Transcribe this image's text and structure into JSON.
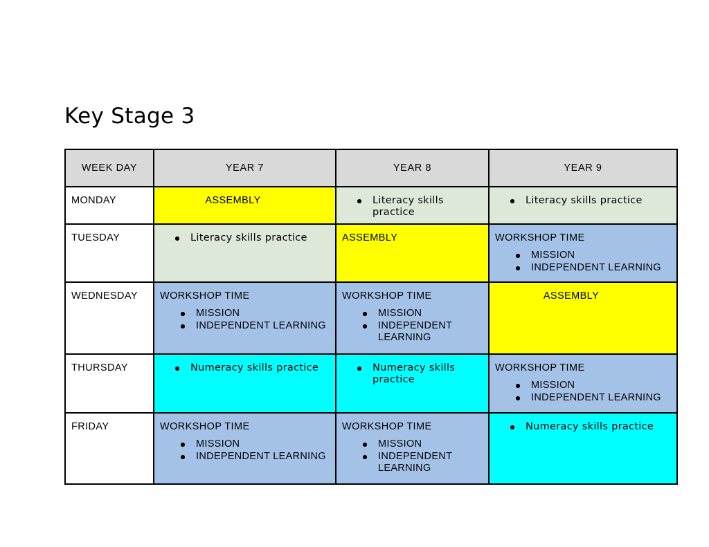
{
  "page": {
    "title": "Key Stage 3"
  },
  "colors": {
    "assembly": "#ffff00",
    "literacy": "#dde8d8",
    "workshop": "#a4c2e8",
    "numeracy": "#00ffff",
    "header_gray": "#d9d9d9",
    "day_cell": "#ffffff",
    "border": "#000000",
    "text": "#000000"
  },
  "table": {
    "columns": [
      {
        "key": "day",
        "label": "WEEK DAY"
      },
      {
        "key": "year7",
        "label": "YEAR 7"
      },
      {
        "key": "year8",
        "label": "YEAR 8"
      },
      {
        "key": "year9",
        "label": "YEAR 9"
      }
    ],
    "workshop_heading": "WORKSHOP TIME",
    "workshop_bullets": [
      "MISSION",
      "INDEPENDENT LEARNING"
    ],
    "assembly_label": "ASSEMBLY",
    "literacy_label": "Literacy skills practice",
    "numeracy_label": "Numeracy skills practice",
    "rows": [
      {
        "day": "MONDAY",
        "year7": {
          "type": "assembly",
          "align": "center",
          "text": "ASSEMBLY"
        },
        "year8": {
          "type": "literacy",
          "bullets": [
            "Literacy skills practice"
          ]
        },
        "year9": {
          "type": "literacy",
          "bullets": [
            "Literacy skills practice"
          ]
        }
      },
      {
        "day": "TUESDAY",
        "year7": {
          "type": "literacy",
          "bullets": [
            "Literacy skills practice"
          ]
        },
        "year8": {
          "type": "assembly",
          "align": "left",
          "text": "ASSEMBLY"
        },
        "year9": {
          "type": "workshop",
          "heading": "WORKSHOP TIME",
          "bullets": [
            "MISSION",
            "INDEPENDENT LEARNING"
          ]
        }
      },
      {
        "day": "WEDNESDAY",
        "year7": {
          "type": "workshop",
          "heading": "WORKSHOP TIME",
          "bullets": [
            "MISSION",
            "INDEPENDENT LEARNING"
          ]
        },
        "year8": {
          "type": "workshop",
          "heading": "WORKSHOP TIME",
          "bullets": [
            "MISSION",
            "INDEPENDENT LEARNING"
          ]
        },
        "year9": {
          "type": "assembly",
          "align": "center",
          "text": "ASSEMBLY"
        }
      },
      {
        "day": "THURSDAY",
        "year7": {
          "type": "numeracy",
          "bullets": [
            "Numeracy skills practice"
          ]
        },
        "year8": {
          "type": "numeracy",
          "bullets": [
            "Numeracy skills practice"
          ]
        },
        "year9": {
          "type": "workshop",
          "heading": "WORKSHOP TIME",
          "bullets": [
            "MISSION",
            "INDEPENDENT LEARNING"
          ]
        }
      },
      {
        "day": "FRIDAY",
        "year7": {
          "type": "workshop",
          "heading": "WORKSHOP TIME",
          "bullets": [
            "MISSION",
            "INDEPENDENT LEARNING"
          ]
        },
        "year8": {
          "type": "workshop",
          "heading": "WORKSHOP TIME",
          "bullets": [
            "MISSION",
            "INDEPENDENT LEARNING"
          ]
        },
        "year9": {
          "type": "numeracy",
          "bullets": [
            "Numeracy skills practice"
          ]
        }
      }
    ]
  }
}
